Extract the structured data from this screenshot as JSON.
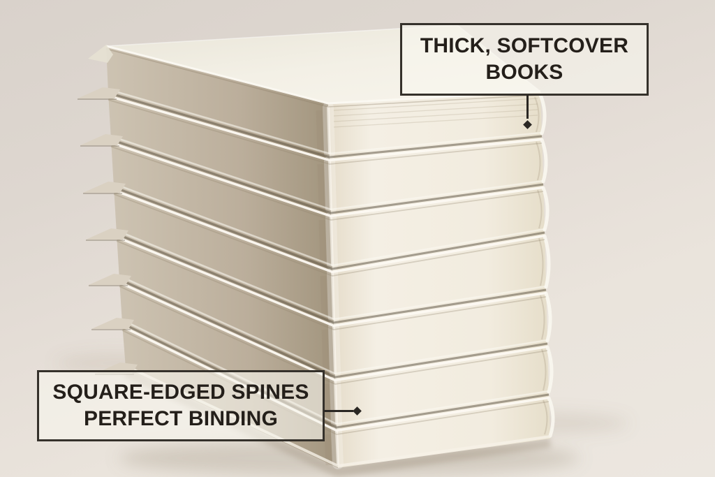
{
  "scene": {
    "alt": "Stack of seven thick cream-colored blank softcover books on a beige surface"
  },
  "annotations": {
    "top_right": {
      "lines": [
        "THICK, SOFTCOVER",
        "BOOKS"
      ]
    },
    "bottom_left": {
      "lines": [
        "SQUARE-EDGED SPINES",
        "PERFECT BINDING"
      ]
    }
  },
  "colors": {
    "annotation": {
      "border": "#35312b",
      "fill": "rgba(249,246,239,0.6)",
      "text": "#241f1a",
      "line": "#2a2723"
    },
    "background": {
      "top": "#d9d2cb",
      "bottom": "#ece7e0"
    },
    "books": {
      "cover": "#f3f0e6",
      "spine_light": "#f4efe4",
      "spine_dark": "#e6deca",
      "side_light": "#cdc3b2",
      "side_dark": "#a2957e",
      "seam": "#564c3a",
      "lip": "#fcf9f2",
      "shadow": "#9b8d79"
    }
  }
}
